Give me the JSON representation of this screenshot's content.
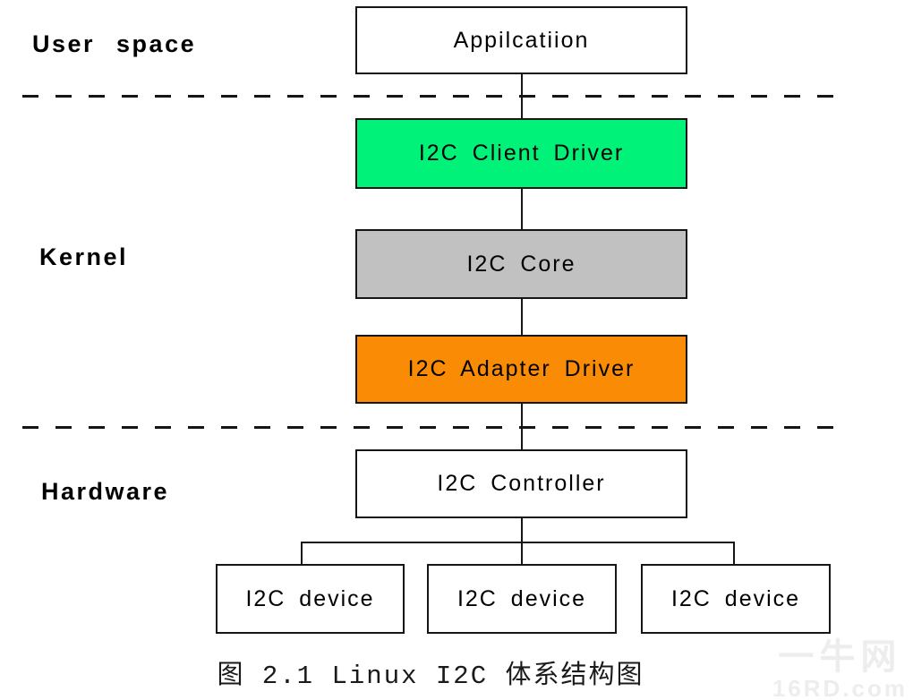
{
  "layer_labels": {
    "user_space": "User space",
    "kernel": "Kernel",
    "hardware": "Hardware"
  },
  "boxes": {
    "application": {
      "label": "Appilcatiion",
      "fill": "#ffffff"
    },
    "i2c_client_driver": {
      "label": "I2C Client Driver",
      "fill": "#00f378"
    },
    "i2c_core": {
      "label": "I2C Core",
      "fill": "#c1c1c1"
    },
    "i2c_adapter_driver": {
      "label": "I2C Adapter Driver",
      "fill": "#f98c04"
    },
    "i2c_controller": {
      "label": "I2C Controller",
      "fill": "#ffffff"
    },
    "devices": [
      {
        "label": "I2C device"
      },
      {
        "label": "I2C device"
      },
      {
        "label": "I2C device"
      }
    ]
  },
  "caption": "图 2.1 Linux I2C 体系结构图",
  "watermark": {
    "line1": "一牛网",
    "line2": "16RD.com"
  },
  "colors": {
    "line": "#151515",
    "watermark": "#ededed"
  }
}
